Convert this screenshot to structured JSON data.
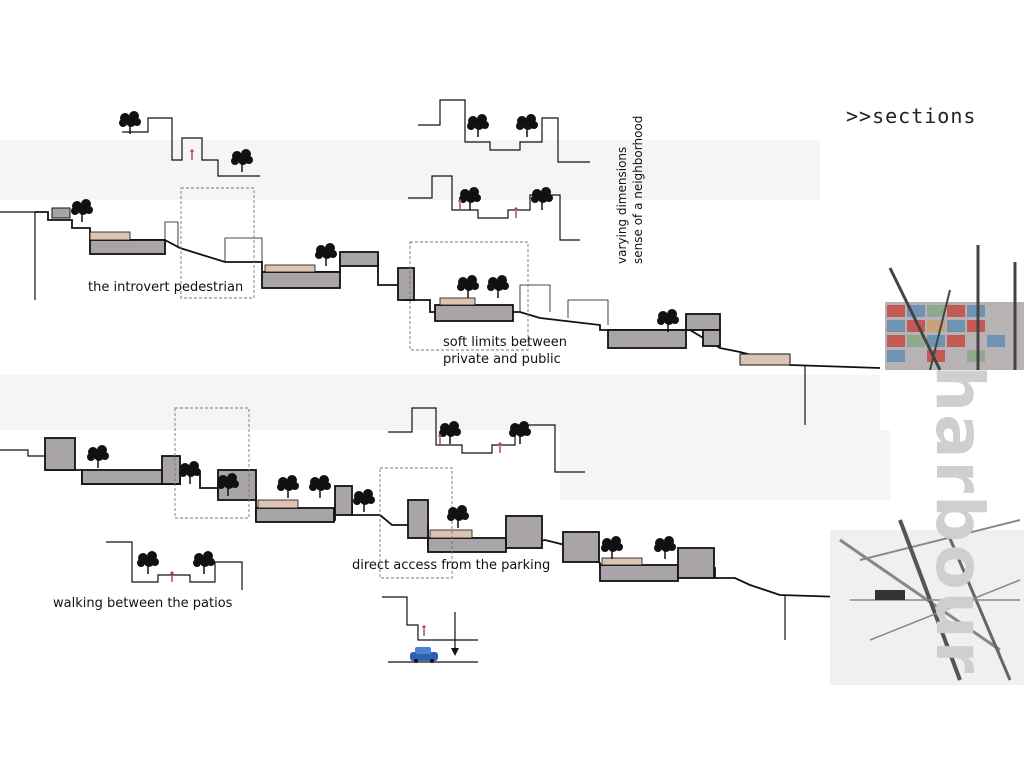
{
  "header": {
    "title": ">>sections"
  },
  "captions": {
    "introvert": "the introvert pedestrian",
    "soft_limits_line1": "soft limits between",
    "soft_limits_line2": "private and public",
    "direct_access": "direct access from the parking",
    "walking_patios": "walking between the patios"
  },
  "side_note": {
    "line1": "varying dimensions",
    "line2": "sense of a neighborhood"
  },
  "decor": {
    "harbour_word": "harbour"
  },
  "colors": {
    "volume_fill": "#a9a4a7",
    "deck_fill": "#dcc3b3",
    "line": "#111111",
    "container_red": "#c45a54",
    "container_blue": "#6f93b3",
    "car": "#2c62b0"
  }
}
